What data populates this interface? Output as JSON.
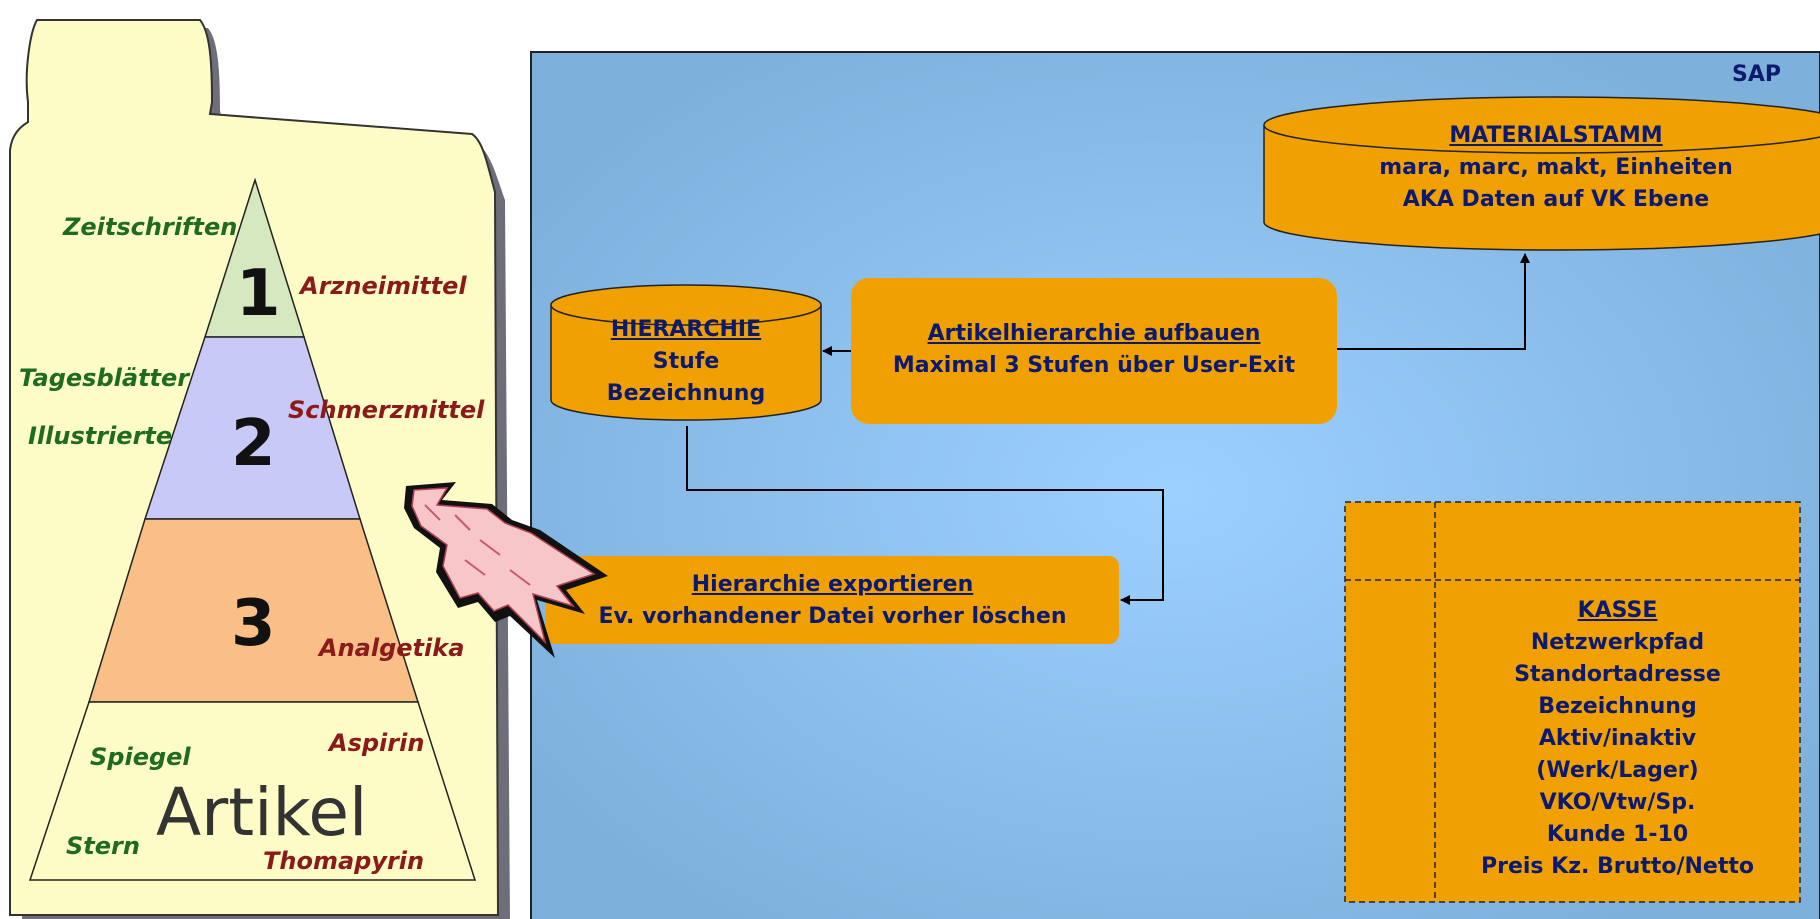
{
  "pyramid": {
    "levels": [
      "1",
      "2",
      "3"
    ],
    "base_label": "Artikel",
    "green_labels": [
      "Zeitschriften",
      "Tagesblätter",
      "Illustrierte",
      "Spiegel",
      "Stern"
    ],
    "red_labels": [
      "Arzneimittel",
      "Schmerzmittel",
      "Analgetika",
      "Aspirin",
      "Thomapyrin"
    ]
  },
  "sap": {
    "label": "SAP",
    "materialstamm": {
      "title": "MATERIALSTAMM",
      "line1": "mara, marc, makt, Einheiten",
      "line2": "AKA Daten auf VK Ebene"
    },
    "hierarchie": {
      "title": "HIERARCHIE",
      "line1": "Stufe",
      "line2": "Bezeichnung"
    },
    "aufbauen": {
      "title": "Artikelhierarchie aufbauen",
      "line1": "Maximal 3 Stufen über User-Exit"
    },
    "exportieren": {
      "title": "Hierarchie exportieren",
      "line1": "Ev. vorhandener Datei vorher löschen"
    },
    "kasse": {
      "title": "KASSE",
      "lines": [
        "Netzwerkpfad",
        "Standortadresse",
        "Bezeichnung",
        "Aktiv/inaktiv",
        "(Werk/Lager)",
        "VKO/Vtw/Sp.",
        "Kunde 1-10",
        "Preis Kz. Brutto/Netto"
      ]
    }
  },
  "colors": {
    "folder_fill": "#fdfcc6",
    "level1": "#d5e8c0",
    "level2": "#c9c9f7",
    "level3": "#f9bf87",
    "sap_bg_center": "#99ccff",
    "sap_bg_edge": "#7aaed9",
    "orange_box": "#f0a000",
    "text_blue": "#0b1a6e"
  }
}
